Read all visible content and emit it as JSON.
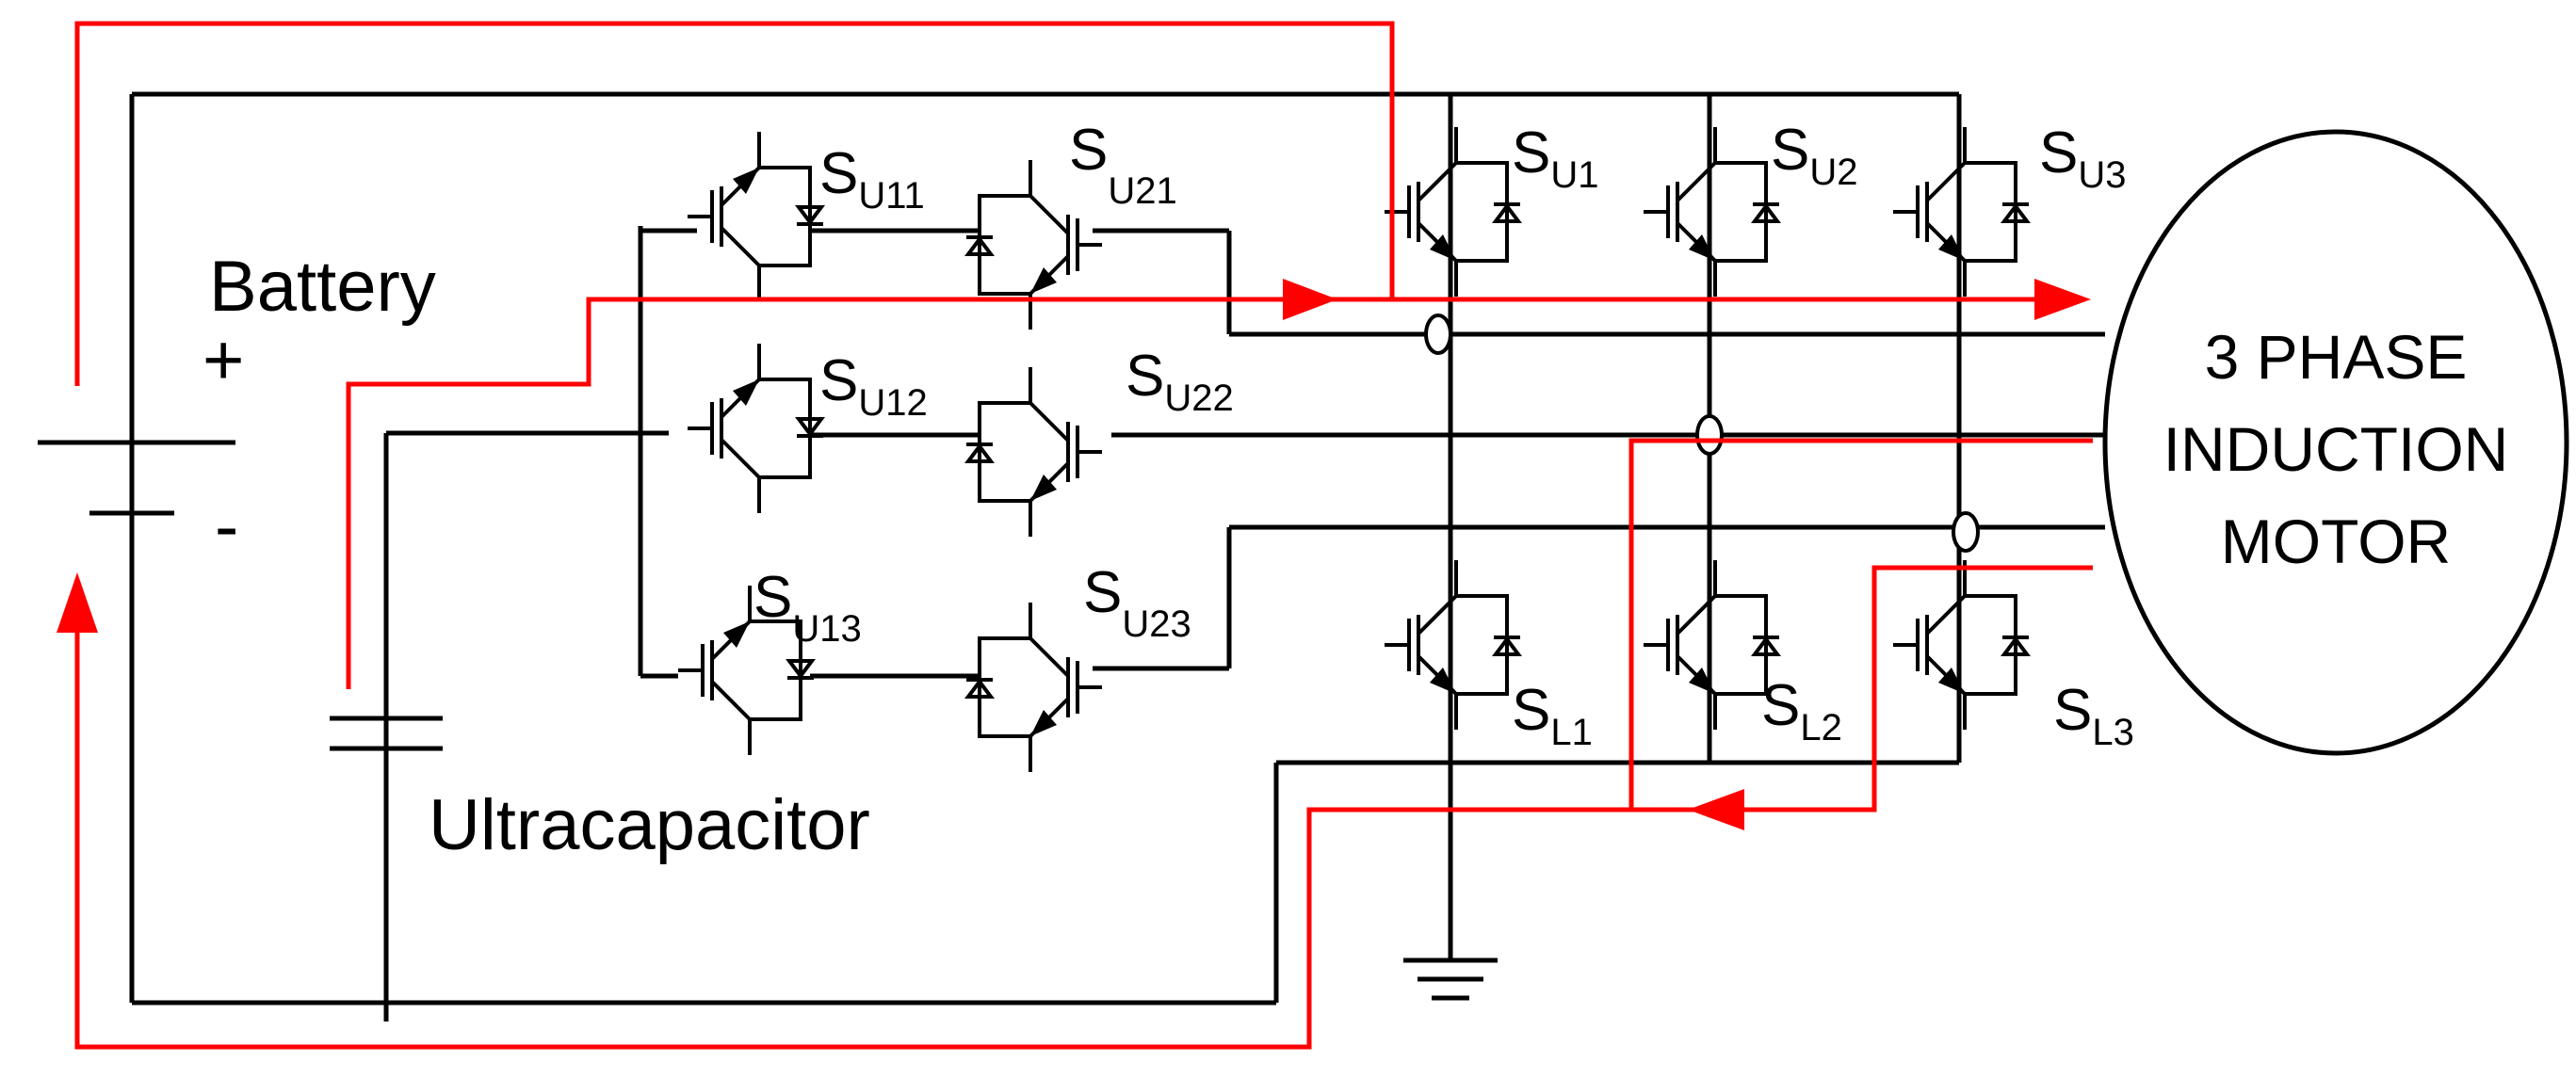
{
  "labels": {
    "battery": "Battery",
    "plus": "+",
    "minus": "-",
    "ultracapacitor": "Ultracapacitor",
    "motor_line1": "3 PHASE",
    "motor_line2": "INDUCTION",
    "motor_line3": "MOTOR"
  },
  "switches": [
    {
      "main": "S",
      "sub": "U11"
    },
    {
      "main": "S",
      "sub": "U21"
    },
    {
      "main": "S",
      "sub": "U12"
    },
    {
      "main": "S",
      "sub": "U22"
    },
    {
      "main": "S",
      "sub": "U13"
    },
    {
      "main": "S",
      "sub": "U23"
    },
    {
      "main": "S",
      "sub": "U1"
    },
    {
      "main": "S",
      "sub": "U2"
    },
    {
      "main": "S",
      "sub": "U3"
    },
    {
      "main": "S",
      "sub": "L1"
    },
    {
      "main": "S",
      "sub": "L2"
    },
    {
      "main": "S",
      "sub": "L3"
    }
  ],
  "colors": {
    "wire": "#000000",
    "current_path": "#ff0000"
  }
}
